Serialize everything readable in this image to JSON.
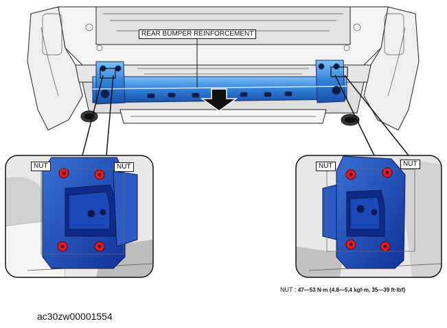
{
  "labels": {
    "rear_bumper_reinforcement": "REAR BUMPER REINFORCEMENT",
    "nut_left_outer": "NUT",
    "nut_left_inner": "NUT",
    "nut_right_inner": "NUT",
    "nut_right_outer": "NUT"
  },
  "torque_note": {
    "prefix": "NUT : ",
    "value": "47—53 N·m {4.8—5.4 kgf·m, 35—39 ft·lbf}"
  },
  "figure_id": "ac30zw00001554",
  "colors": {
    "reinforcement_blue": "#2f7fd9",
    "bracket_blue": "#1f4fb8",
    "nut_red": "#d6202a",
    "outline": "#222222",
    "body_gray": "#e9e9e9"
  }
}
